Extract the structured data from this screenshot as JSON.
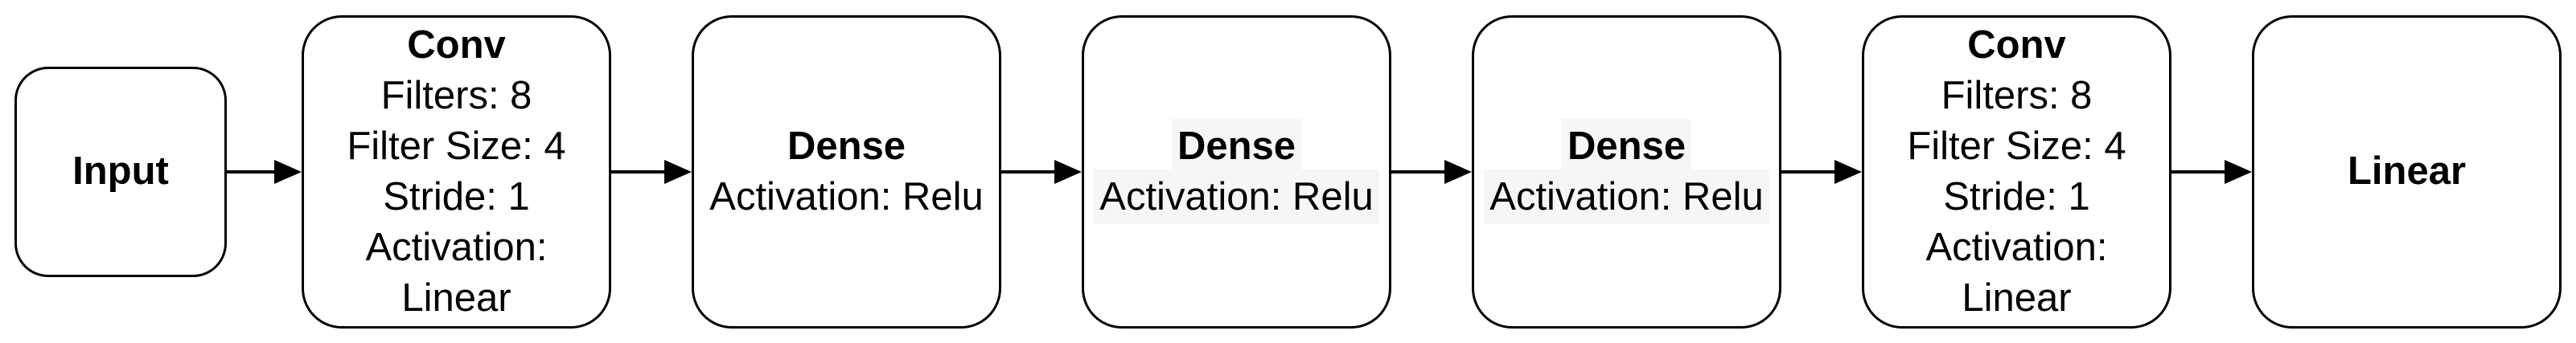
{
  "diagram": {
    "type": "flowchart",
    "direction": "left-to-right",
    "background": "#ffffff",
    "colors": {
      "node_fill": "#ffffff",
      "node_stroke": "#000000",
      "text": "#000000",
      "label_highlight": "#f5f6f8"
    },
    "nodes": [
      {
        "id": "input",
        "title": "Input",
        "details": []
      },
      {
        "id": "conv-1",
        "title": "Conv",
        "details": [
          "Filters: 8",
          "Filter Size: 4",
          "Stride: 1",
          "Activation: Linear"
        ]
      },
      {
        "id": "dense-1",
        "title": "Dense",
        "details": [
          "Activation: Relu"
        ]
      },
      {
        "id": "dense-2",
        "title": "Dense",
        "details": [
          "Activation: Relu"
        ]
      },
      {
        "id": "dense-3",
        "title": "Dense",
        "details": [
          "Activation: Relu"
        ]
      },
      {
        "id": "conv-2",
        "title": "Conv",
        "details": [
          "Filters: 8",
          "Filter Size: 4",
          "Stride: 1",
          "Activation: Linear"
        ]
      },
      {
        "id": "linear",
        "title": "Linear",
        "details": []
      }
    ],
    "edges": [
      {
        "from": "input",
        "to": "conv-1"
      },
      {
        "from": "conv-1",
        "to": "dense-1"
      },
      {
        "from": "dense-1",
        "to": "dense-2"
      },
      {
        "from": "dense-2",
        "to": "dense-3"
      },
      {
        "from": "dense-3",
        "to": "conv-2"
      },
      {
        "from": "conv-2",
        "to": "linear"
      }
    ]
  }
}
